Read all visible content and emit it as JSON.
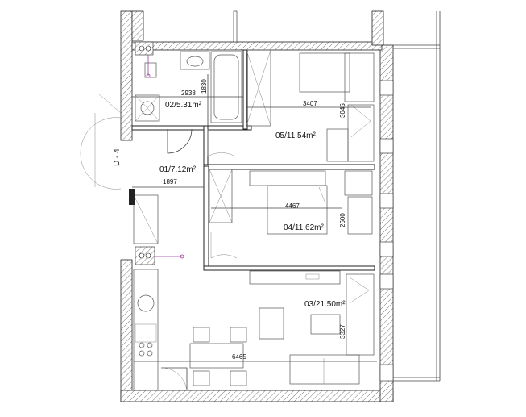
{
  "section_marker": "D - 4",
  "rooms": [
    {
      "id": "01",
      "label": "01/7.12m²",
      "dim": "1897"
    },
    {
      "id": "02",
      "label": "02/5.31m²",
      "dim_w": "2938",
      "dim_h": "1830"
    },
    {
      "id": "03",
      "label": "03/21.50m²",
      "dim_w": "6465",
      "dim_h": "3327"
    },
    {
      "id": "04",
      "label": "04/11.62m²",
      "dim_w": "4467",
      "dim_h": "2600"
    },
    {
      "id": "05",
      "label": "05/11.54m²",
      "dim_w": "3407",
      "dim_h": "3045"
    }
  ]
}
